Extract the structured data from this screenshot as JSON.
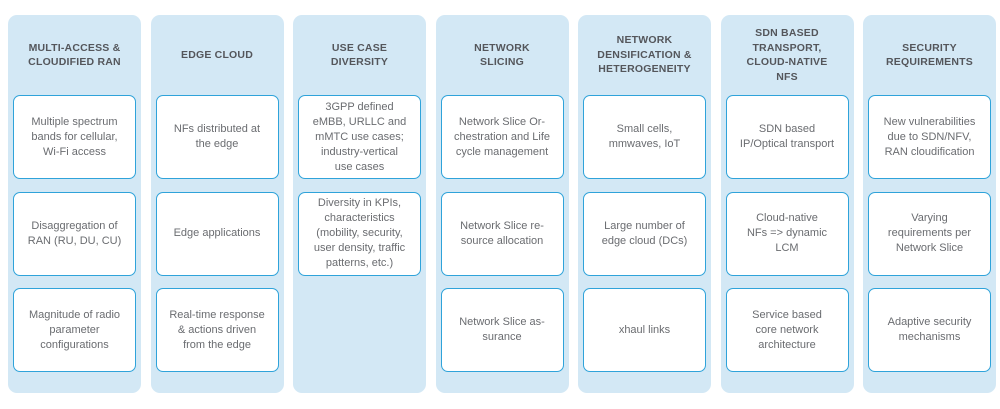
{
  "diagram": {
    "description_colors": {
      "column_background": "#d3e8f5",
      "box_border": "#2fa3da",
      "box_background": "#ffffff",
      "header_text": "#54565b",
      "body_text": "#6a6c70",
      "page_background": "#ffffff"
    }
  },
  "columns": [
    {
      "title": "MULTI-ACCESS &\nCLOUDIFIED RAN",
      "items": [
        "Multiple spectrum\nbands for cellular,\nWi-Fi access",
        "Disaggregation of\nRAN (RU, DU, CU)",
        "Magnitude of radio\nparameter\nconfigurations"
      ]
    },
    {
      "title": "EDGE CLOUD",
      "items": [
        "NFs distributed at\nthe edge",
        "Edge applications",
        "Real-time response\n& actions driven\nfrom the edge"
      ]
    },
    {
      "title": "USE CASE\nDIVERSITY",
      "items": [
        "3GPP defined\neMBB, URLLC and\nmMTC use cases;\nindustry-vertical\nuse cases",
        "Diversity in KPIs,\ncharacteristics\n(mobility, security,\nuser density, traffic\npatterns, etc.)"
      ]
    },
    {
      "title": "NETWORK\nSLICING",
      "items": [
        "Network Slice Or-\nchestration and Life\ncycle management",
        "Network Slice re-\nsource allocation",
        "Network Slice as-\nsurance"
      ]
    },
    {
      "title": "NETWORK\nDENSIFICATION &\nHETEROGENEITY",
      "items": [
        "Small cells,\nmmwaves, IoT",
        "Large number of\nedge cloud (DCs)",
        "xhaul links"
      ]
    },
    {
      "title": "SDN BASED\nTRANSPORT,\nCLOUD-NATIVE\nNFS",
      "items": [
        "SDN based\nIP/Optical transport",
        "Cloud-native\nNFs => dynamic\nLCM",
        "Service based\ncore network\narchitecture"
      ]
    },
    {
      "title": "SECURITY\nREQUIREMENTS",
      "items": [
        "New vulnerabilities\ndue to SDN/NFV,\nRAN cloudification",
        "Varying\nrequirements per\nNetwork Slice",
        "Adaptive security\nmechanisms"
      ]
    }
  ]
}
